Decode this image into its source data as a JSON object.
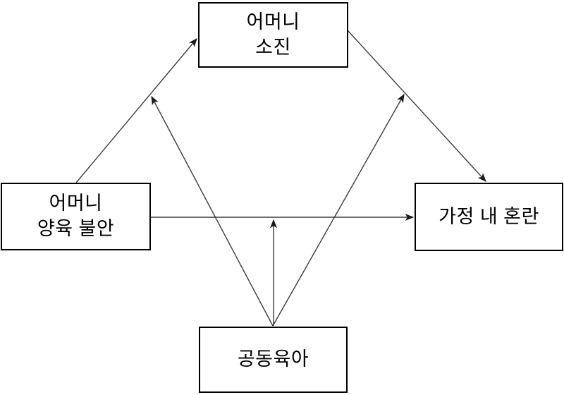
{
  "diagram": {
    "background_color": "#ffffff",
    "box_border_color": "#000000",
    "arrow_color": "#3a3a3a",
    "nodes": {
      "mother_burnout": {
        "lines": [
          "어머니",
          "소진"
        ]
      },
      "mother_parenting_anxiety": {
        "lines": [
          "어머니",
          "양육 불안"
        ]
      },
      "family_chaos": {
        "lines": [
          "가정 내 혼란"
        ]
      },
      "coparenting": {
        "lines": [
          "공동육아"
        ]
      }
    },
    "edges": [
      {
        "from": "mother_parenting_anxiety",
        "to": "mother_burnout",
        "type": "direct"
      },
      {
        "from": "mother_burnout",
        "to": "family_chaos",
        "type": "direct"
      },
      {
        "from": "mother_parenting_anxiety",
        "to": "family_chaos",
        "type": "direct"
      },
      {
        "from": "coparenting",
        "to": "path:mother_parenting_anxiety->mother_burnout",
        "type": "moderation"
      },
      {
        "from": "coparenting",
        "to": "path:mother_parenting_anxiety->family_chaos",
        "type": "moderation"
      },
      {
        "from": "coparenting",
        "to": "path:mother_burnout->family_chaos",
        "type": "moderation"
      }
    ]
  }
}
